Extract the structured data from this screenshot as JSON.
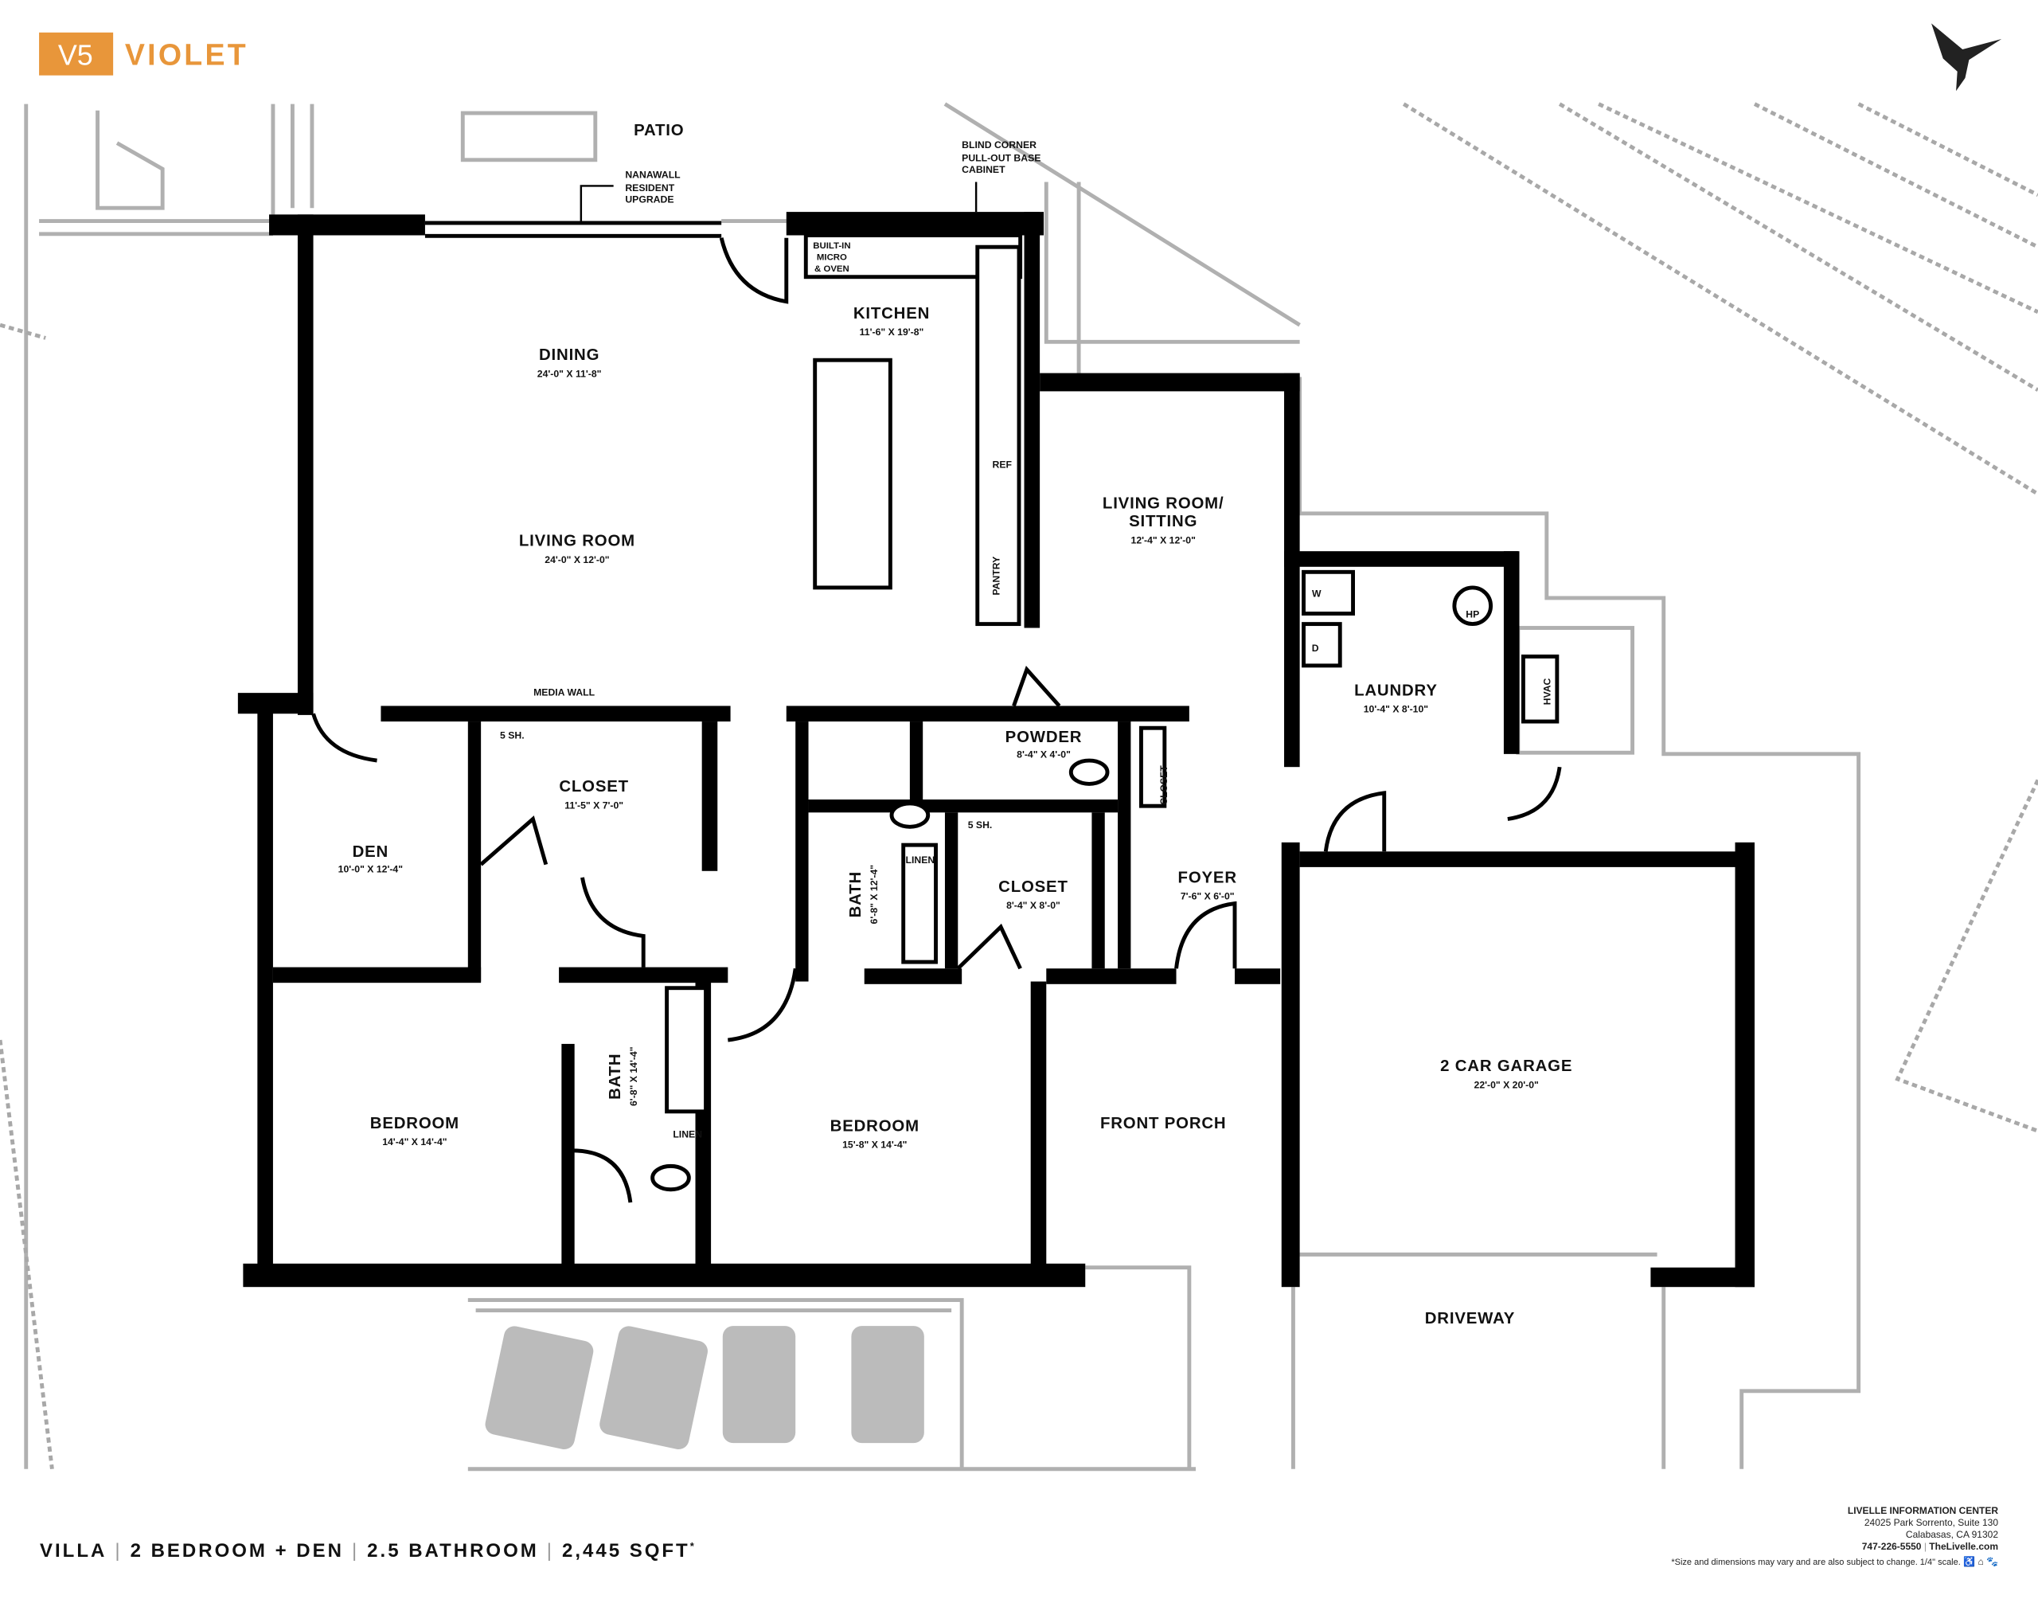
{
  "header": {
    "plan_code": "V5",
    "plan_name": "VIOLET",
    "accent_color": "#E8963A"
  },
  "annotations": {
    "patio": "PATIO",
    "nanawall": [
      "NANAWALL",
      "RESIDENT",
      "UPGRADE"
    ],
    "blind_corner": [
      "BLIND CORNER",
      "PULL-OUT BASE",
      "CABINET"
    ],
    "builtin": [
      "BUILT-IN",
      "MICRO",
      "& OVEN"
    ],
    "media_wall": "MEDIA WALL",
    "ref": "REF",
    "pantry": "PANTRY",
    "w": "W",
    "d": "D",
    "hp": "HP",
    "hvac": "HVAC",
    "five_sh_1": "5 SH.",
    "five_sh_2": "5 SH.",
    "linen_1": "LINEN",
    "linen_2": "LINEN",
    "closet_v": "CLOSET"
  },
  "rooms": {
    "kitchen": {
      "name": "KITCHEN",
      "dim": "11'-6\" X 19'-8\""
    },
    "dining": {
      "name": "DINING",
      "dim": "24'-0\" X 11'-8\""
    },
    "living": {
      "name": "LIVING ROOM",
      "dim": "24'-0\" X 12'-0\""
    },
    "sitting": {
      "name1": "LIVING ROOM/",
      "name2": "SITTING",
      "dim": "12'-4\" X 12'-0\""
    },
    "laundry": {
      "name": "LAUNDRY",
      "dim": "10'-4\" X 8'-10\""
    },
    "closet1": {
      "name": "CLOSET",
      "dim": "11'-5\" X 7'-0\""
    },
    "den": {
      "name": "DEN",
      "dim": "10'-0\" X 12'-4\""
    },
    "powder": {
      "name": "POWDER",
      "dim": "8'-4\" X 4'-0\""
    },
    "bath1": {
      "name": "BATH",
      "dim": "6'-8\" X 12'-4\""
    },
    "closet2": {
      "name": "CLOSET",
      "dim": "8'-4\" X 8'-0\""
    },
    "foyer": {
      "name": "FOYER",
      "dim": "7'-6\" X 6'-0\""
    },
    "garage": {
      "name": "2 CAR GARAGE",
      "dim": "22'-0\" X 20'-0\""
    },
    "porch": {
      "name": "FRONT PORCH"
    },
    "bedroom1": {
      "name": "BEDROOM",
      "dim": "14'-4\" X 14'-4\""
    },
    "bath2": {
      "name": "BATH",
      "dim": "6'-8\" X 14'-4\""
    },
    "bedroom2": {
      "name": "BEDROOM",
      "dim": "15'-8\" X 14'-4\""
    },
    "driveway": {
      "name": "DRIVEWAY"
    }
  },
  "footer": {
    "type": "VILLA",
    "beds": "2 BEDROOM + DEN",
    "baths": "2.5 BATHROOM",
    "sqft": "2,445 SQFT",
    "asterisk": "*",
    "center_name": "LIVELLE INFORMATION CENTER",
    "address1": "24025 Park Sorrento, Suite 130",
    "address2": "Calabasas, CA 91302",
    "phone": "747-226-5550",
    "website": "TheLivelle.com",
    "disclaimer": "*Size and dimensions may vary and are also subject to change. 1/4\" scale."
  }
}
